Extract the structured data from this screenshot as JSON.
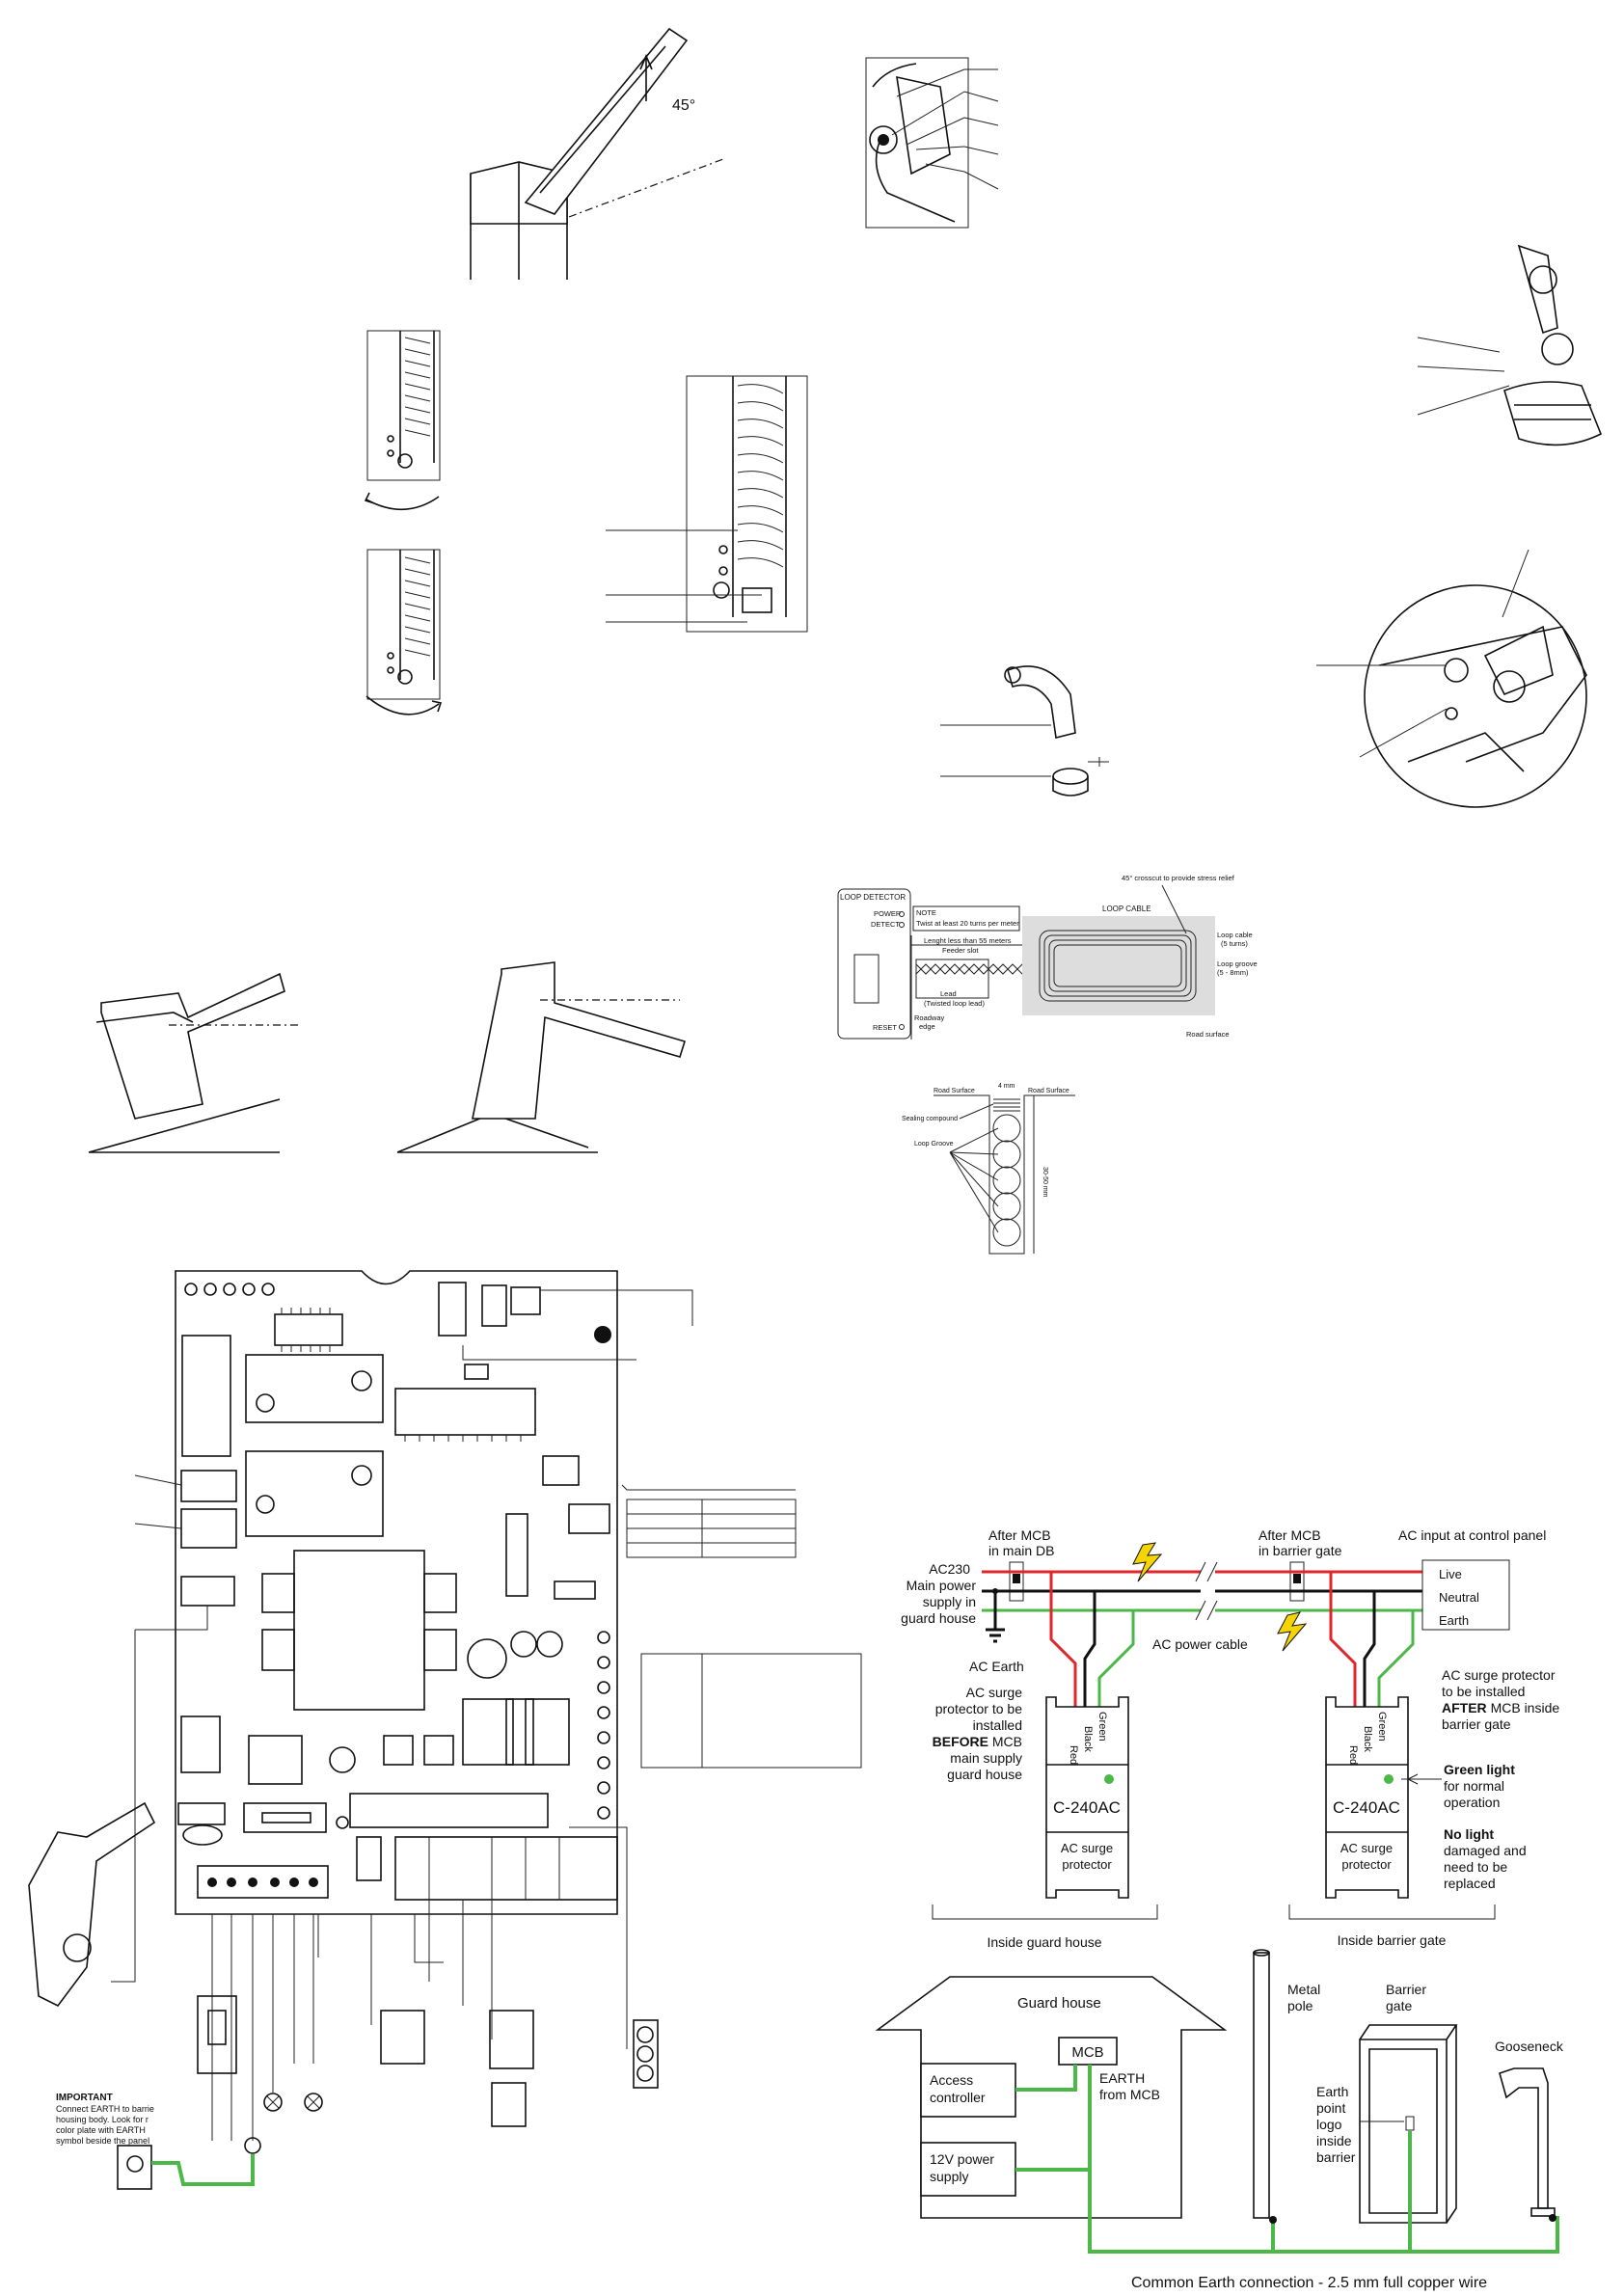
{
  "top": {
    "angle_label": "45°"
  },
  "loop": {
    "detector_title": "LOOP DETECTOR",
    "power_label": "POWER",
    "detect_label": "DETECT",
    "reset_label": "RESET",
    "note_title": "NOTE",
    "note_text": "Twist at least 20 turns per meter",
    "lead_length": "Lenght less than 55 meters",
    "feeder_slot": "Feeder slot",
    "lead_line1": "Lead",
    "lead_line2": "(Twisted loop lead)",
    "roadway_line1": "Roadway",
    "roadway_line2": "edge",
    "crosscut": "45° crosscut to provide stress relief",
    "loop_cable_title": "LOOP CABLE",
    "cable_line1": "Loop cable",
    "cable_line2": "(5 turns)",
    "groove_line1": "Loop groove",
    "groove_line2": "(5 - 8mm)",
    "road_surface": "Road surface"
  },
  "groove": {
    "road_surface_left": "Road Surface",
    "road_surface_right": "Road Surface",
    "width": "4 mm",
    "sealing": "Sealing compound",
    "grooves": "Loop Groove",
    "depth": "30-50 mm"
  },
  "board": {
    "important_title": "IMPORTANT",
    "important_l1": "Connect EARTH to barrie",
    "important_l2": "housing body. Look for r",
    "important_l3": "color plate with EARTH",
    "important_l4": "symbol beside the panel"
  },
  "surge": {
    "after_mcb_main_l1": "After MCB",
    "after_mcb_main_l2": "in main DB",
    "after_mcb_gate_l1": "After MCB",
    "after_mcb_gate_l2": "in barrier gate",
    "ac_input": "AC input at control panel",
    "supply_l1": "AC230",
    "supply_l2": "Main power",
    "supply_l3": "supply in",
    "supply_l4": "guard house",
    "live": "Live",
    "neutral": "Neutral",
    "earth": "Earth",
    "ac_earth": "AC Earth",
    "ac_power_cable": "AC power cable",
    "before_l1": "AC surge",
    "before_l2": "protector to be",
    "before_l3": "installed",
    "before_l4": "BEFORE",
    "before_l4b": "MCB",
    "before_l5": "main supply",
    "before_l6": "guard house",
    "after_l1": "AC surge protector",
    "after_l2": "to be installed",
    "after_l3": "AFTER",
    "after_l3b": "MCB inside",
    "after_l4": "barrier gate",
    "green_l1": "Green light",
    "green_l2": "for normal",
    "green_l3": "operation",
    "nolight_l1": "No light",
    "nolight_l2": "damaged and",
    "nolight_l3": "need to be",
    "nolight_l4": "replaced",
    "wire_red": "Red",
    "wire_black": "Black",
    "wire_green": "Green",
    "model": "C-240AC",
    "device_l1": "AC surge",
    "device_l2": "protector",
    "inside_guard": "Inside guard house",
    "inside_barrier": "Inside barrier gate"
  },
  "earthing": {
    "guard_house": "Guard house",
    "mcb": "MCB",
    "earth_from_l1": "EARTH",
    "earth_from_l2": "from MCB",
    "access_l1": "Access",
    "access_l2": "controller",
    "psu_l1": "12V power",
    "psu_l2": "supply",
    "metal_l1": "Metal",
    "metal_l2": "pole",
    "barrier_l1": "Barrier",
    "barrier_l2": "gate",
    "ep_l1": "Earth",
    "ep_l2": "point",
    "ep_l3": "logo",
    "ep_l4": "inside",
    "ep_l5": "barrier",
    "gooseneck": "Gooseneck",
    "common": "Common Earth connection - 2.5 mm full copper wire"
  },
  "colors": {
    "live": "#e0262b",
    "neutral": "#111111",
    "earth": "#4cb848"
  }
}
